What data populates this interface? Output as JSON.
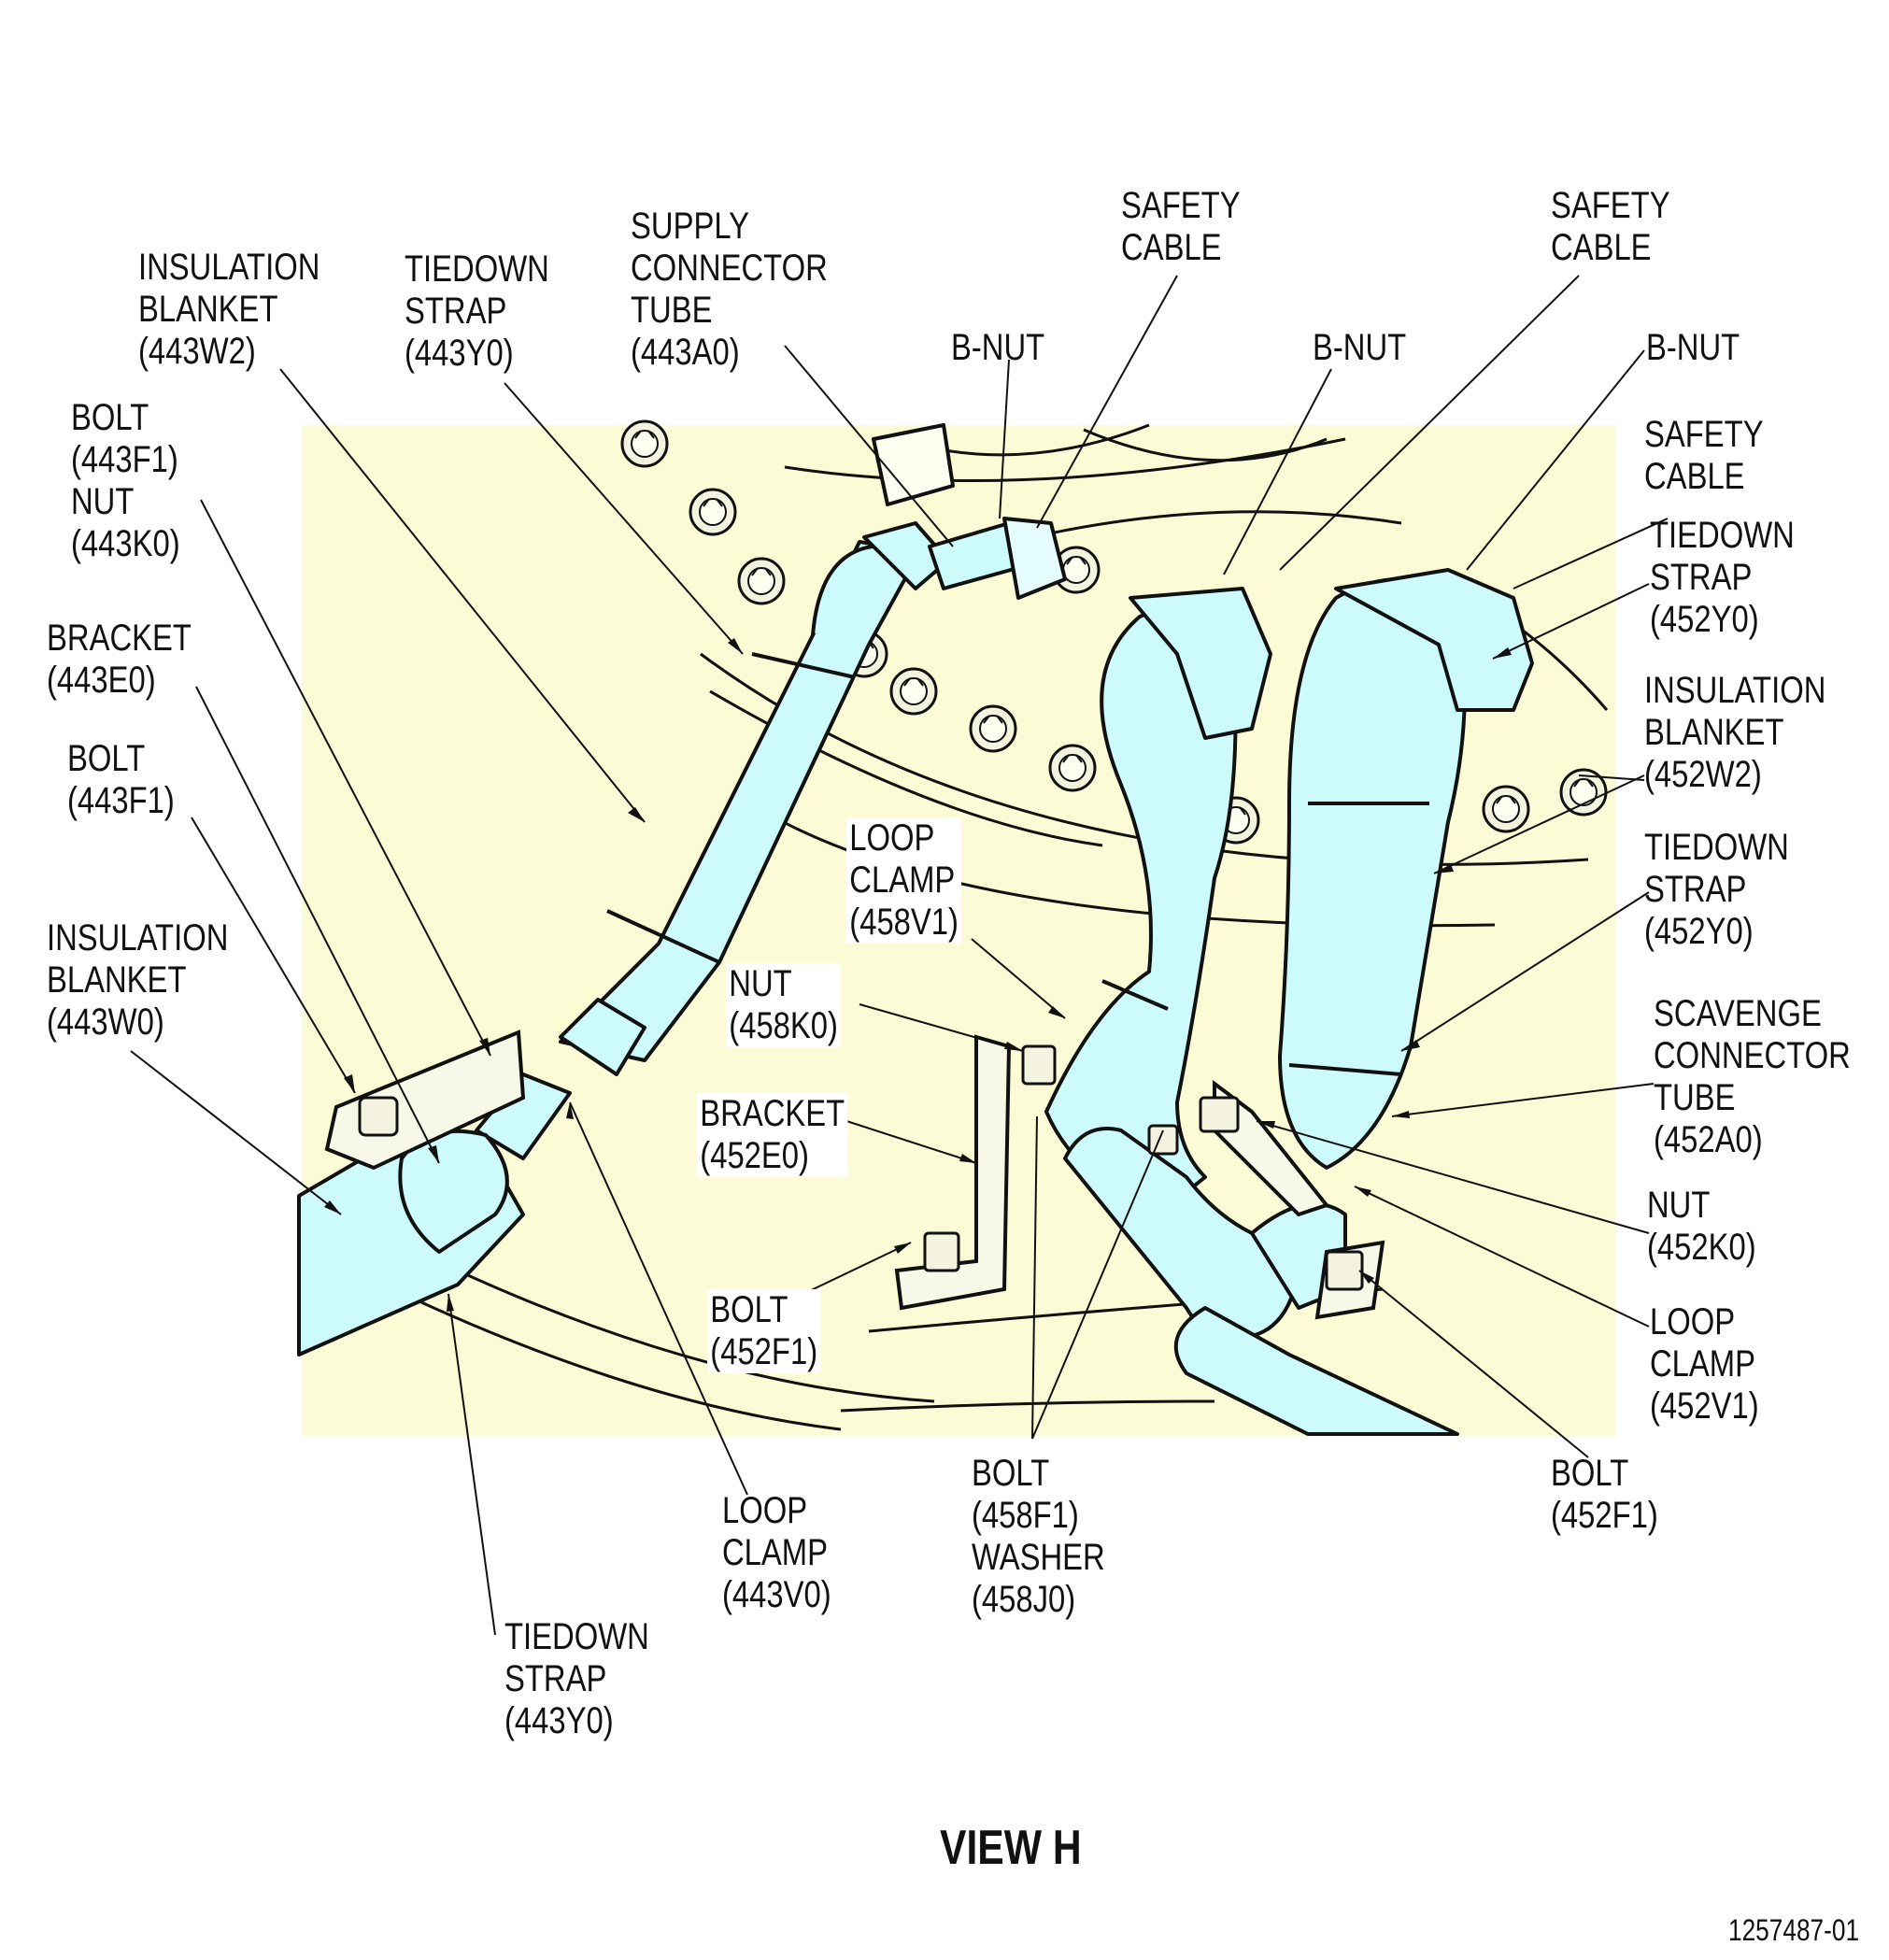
{
  "colors": {
    "background_panel": "#fbfbd6",
    "tube_fill": "#cdfbfb",
    "ink": "#111111"
  },
  "labels": {
    "insulation_blanket_443w2": [
      "INSULATION",
      "BLANKET",
      "(443W2)"
    ],
    "tiedown_strap_443y0_top": [
      "TIEDOWN",
      "STRAP",
      "(443Y0)"
    ],
    "supply_connector_tube": [
      "SUPPLY",
      "CONNECTOR",
      "TUBE",
      "(443A0)"
    ],
    "bnut_1": [
      "B-NUT"
    ],
    "safety_cable_1": [
      "SAFETY",
      "CABLE"
    ],
    "bnut_2": [
      "B-NUT"
    ],
    "safety_cable_2": [
      "SAFETY",
      "CABLE"
    ],
    "bnut_3": [
      "B-NUT"
    ],
    "bolt_nut_443": [
      "BOLT",
      "(443F1)",
      "NUT",
      "(443K0)"
    ],
    "bracket_443e0": [
      "BRACKET",
      "(443E0)"
    ],
    "bolt_443f1": [
      "BOLT",
      "(443F1)"
    ],
    "insulation_blanket_443w0": [
      "INSULATION",
      "BLANKET",
      "(443W0)"
    ],
    "safety_cable_3": [
      "SAFETY",
      "CABLE"
    ],
    "tiedown_strap_452y0_top": [
      "TIEDOWN",
      "STRAP",
      "(452Y0)"
    ],
    "insulation_blanket_452w2": [
      "INSULATION",
      "BLANKET",
      "(452W2)"
    ],
    "tiedown_strap_452y0_mid": [
      "TIEDOWN",
      "STRAP",
      "(452Y0)"
    ],
    "scavenge_connector_tube": [
      "SCAVENGE",
      "CONNECTOR",
      "TUBE",
      "(452A0)"
    ],
    "nut_452k0": [
      "NUT",
      "(452K0)"
    ],
    "loop_clamp_452v1": [
      "LOOP",
      "CLAMP",
      "(452V1)"
    ],
    "bolt_452f1_right": [
      "BOLT",
      "(452F1)"
    ],
    "loop_clamp_458v1": [
      "LOOP",
      "CLAMP",
      "(458V1)"
    ],
    "nut_458k0": [
      "NUT",
      "(458K0)"
    ],
    "bracket_452e0": [
      "BRACKET",
      "(452E0)"
    ],
    "bolt_452f1_left": [
      "BOLT",
      "(452F1)"
    ],
    "bolt_washer_458": [
      "BOLT",
      "(458F1)",
      "WASHER",
      "(458J0)"
    ],
    "loop_clamp_443v0": [
      "LOOP",
      "CLAMP",
      "(443V0)"
    ],
    "tiedown_strap_443y0_bottom": [
      "TIEDOWN",
      "STRAP",
      "(443Y0)"
    ]
  },
  "view_title": "VIEW H",
  "figure_number": "1257487-01"
}
